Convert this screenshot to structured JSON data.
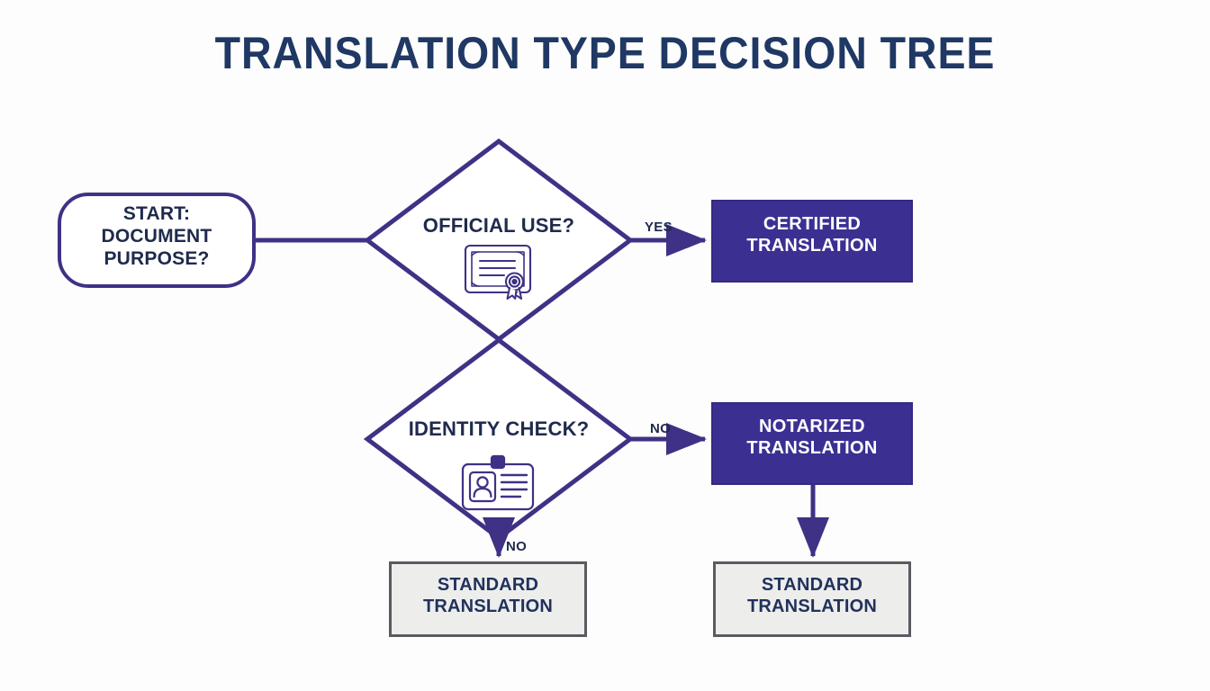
{
  "page": {
    "title": "TRANSLATION TYPE DECISION TREE",
    "background_color": "#fdfdfd",
    "title_color": "#1f3864"
  },
  "palette": {
    "accent_purple": "#3b3092",
    "stroke_purple": "#3f3185",
    "navy_text": "#1f2a4d",
    "gray_box_fill": "#ededec",
    "gray_box_border": "#5a5a60",
    "white": "#ffffff"
  },
  "chart_data": {
    "type": "diagram",
    "title": "TRANSLATION TYPE DECISION TREE",
    "nodes": [
      {
        "id": "start",
        "shape": "rounded-rectangle",
        "label": "START:\nDOCUMENT\nPURPOSE?",
        "fill": "#ffffff",
        "border": "#3f3185"
      },
      {
        "id": "official-use",
        "shape": "diamond",
        "label": "OFFICIAL USE?",
        "icon": "certificate-icon",
        "fill": "#ffffff",
        "border": "#3f3185"
      },
      {
        "id": "certified",
        "shape": "rectangle",
        "label": "CERTIFIED\nTRANSLATION",
        "fill": "#3b3092",
        "text_color": "#ffffff"
      },
      {
        "id": "identity-check",
        "shape": "diamond",
        "label": "IDENTITY CHECK?",
        "icon": "id-badge-icon",
        "fill": "#ffffff",
        "border": "#3f3185"
      },
      {
        "id": "notarized",
        "shape": "rectangle",
        "label": "NOTARIZED\nTRANSLATION",
        "fill": "#3b3092",
        "text_color": "#ffffff"
      },
      {
        "id": "standard-left",
        "shape": "rectangle",
        "label": "STANDARD\nTRANSLATION",
        "fill": "#ededec",
        "text_color": "#20325c"
      },
      {
        "id": "standard-right",
        "shape": "rectangle",
        "label": "STANDARD\nTRANSLATION",
        "fill": "#ededec",
        "text_color": "#20325c"
      }
    ],
    "edges": [
      {
        "from": "start",
        "to": "official-use",
        "label": "",
        "arrow": false
      },
      {
        "from": "official-use",
        "to": "certified",
        "label": "YES",
        "arrow": true
      },
      {
        "from": "identity-check",
        "to": "notarized",
        "label": "NO",
        "arrow": true
      },
      {
        "from": "identity-check",
        "to": "standard-left",
        "label": "NO",
        "arrow": true
      },
      {
        "from": "notarized",
        "to": "standard-right",
        "label": "",
        "arrow": true
      }
    ]
  },
  "nodes": {
    "start": {
      "label": "START:\nDOCUMENT\nPURPOSE?"
    },
    "official_use": {
      "label": "OFFICIAL USE?",
      "icon": "certificate-icon"
    },
    "certified": {
      "label": "CERTIFIED\nTRANSLATION"
    },
    "identity_check": {
      "label": "IDENTITY CHECK?",
      "icon": "id-badge-icon"
    },
    "notarized": {
      "label": "NOTARIZED\nTRANSLATION"
    },
    "standard_left": {
      "label": "STANDARD\nTRANSLATION"
    },
    "standard_right": {
      "label": "STANDARD\nTRANSLATION"
    }
  },
  "edge_labels": {
    "yes_certified": "YES",
    "no_notarized": "NO",
    "no_standard": "NO"
  }
}
